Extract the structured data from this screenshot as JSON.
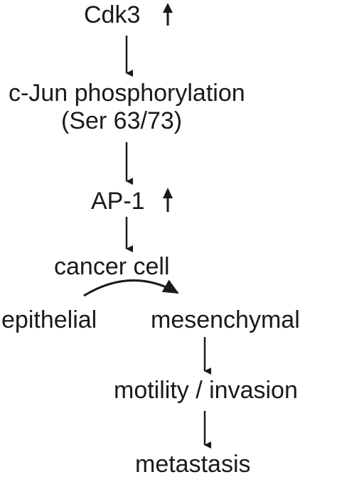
{
  "diagram": {
    "nodes": {
      "cdk3": "Cdk3",
      "cjun_line1": "c-Jun phosphorylation",
      "cjun_line2": "(Ser 63/73)",
      "ap1": "AP-1",
      "cancer_cell": "cancer cell",
      "epithelial": "epithelial",
      "mesenchymal": "mesenchymal",
      "motility": "motility / invasion",
      "metastasis": "metastasis"
    },
    "indicators": {
      "cdk3": "up",
      "ap1": "up"
    }
  }
}
